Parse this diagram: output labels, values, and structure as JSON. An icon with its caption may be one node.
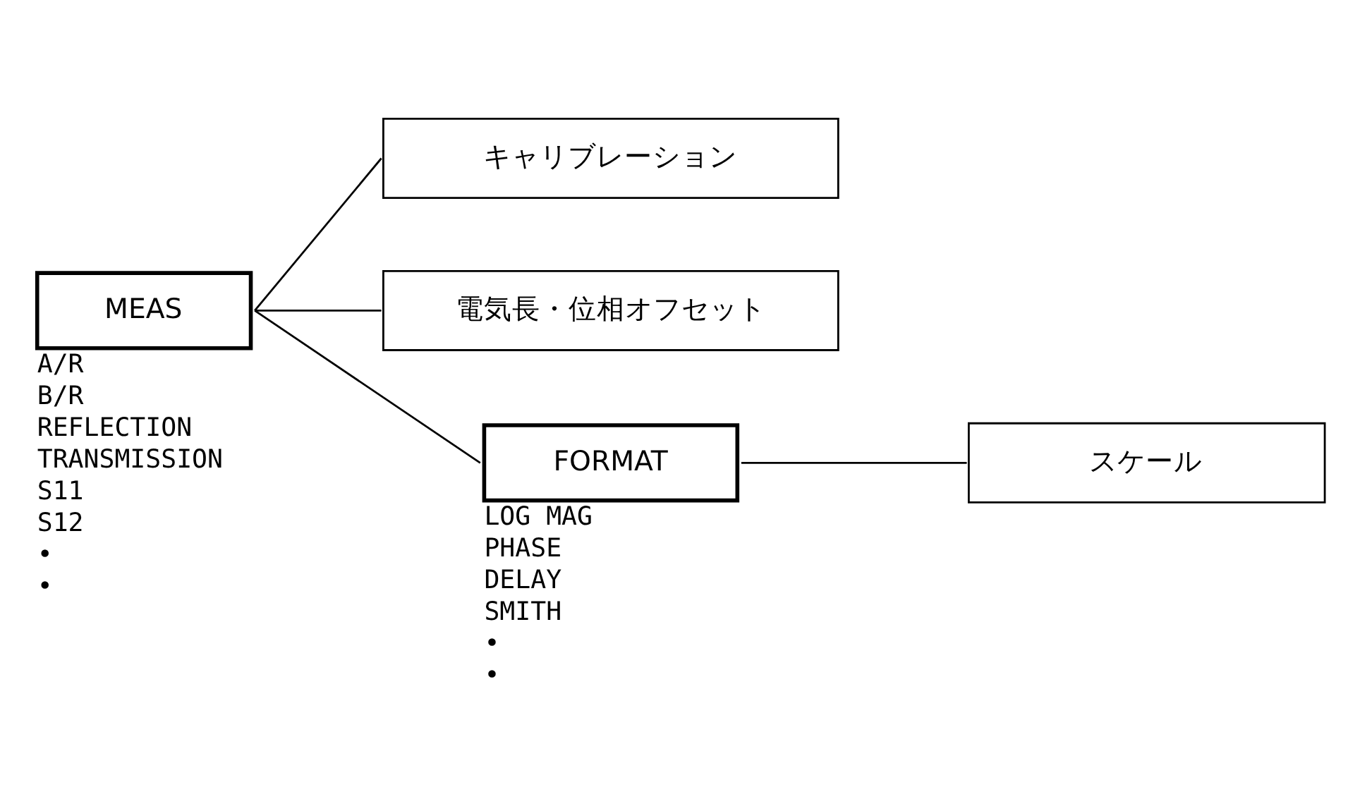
{
  "diagram": {
    "nodes": [
      {
        "text": [
          "MEAS"
        ],
        "beside": [
          "A/R",
          "B/R",
          "REFLECTION",
          "TRANSMISSION",
          "S11",
          "S12",
          "•",
          "•"
        ]
      },
      {
        "text": [
          "キャリブレーション"
        ]
      },
      {
        "text": [
          "電気長・位相オフセット"
        ]
      },
      {
        "text": [
          "FORMAT"
        ],
        "beside": [
          "LOG MAG",
          "PHASE",
          "DELAY",
          "SMITH",
          "•",
          "•"
        ]
      },
      {
        "text": [
          "スケール"
        ]
      }
    ],
    "edges": [
      {
        "from": 0,
        "to": 1,
        "arrow": "none"
      },
      {
        "from": 0,
        "to": 2,
        "arrow": "none"
      },
      {
        "from": 0,
        "to": 3,
        "arrow": "none"
      },
      {
        "from": 3,
        "to": 4,
        "arrow": "none"
      }
    ]
  }
}
